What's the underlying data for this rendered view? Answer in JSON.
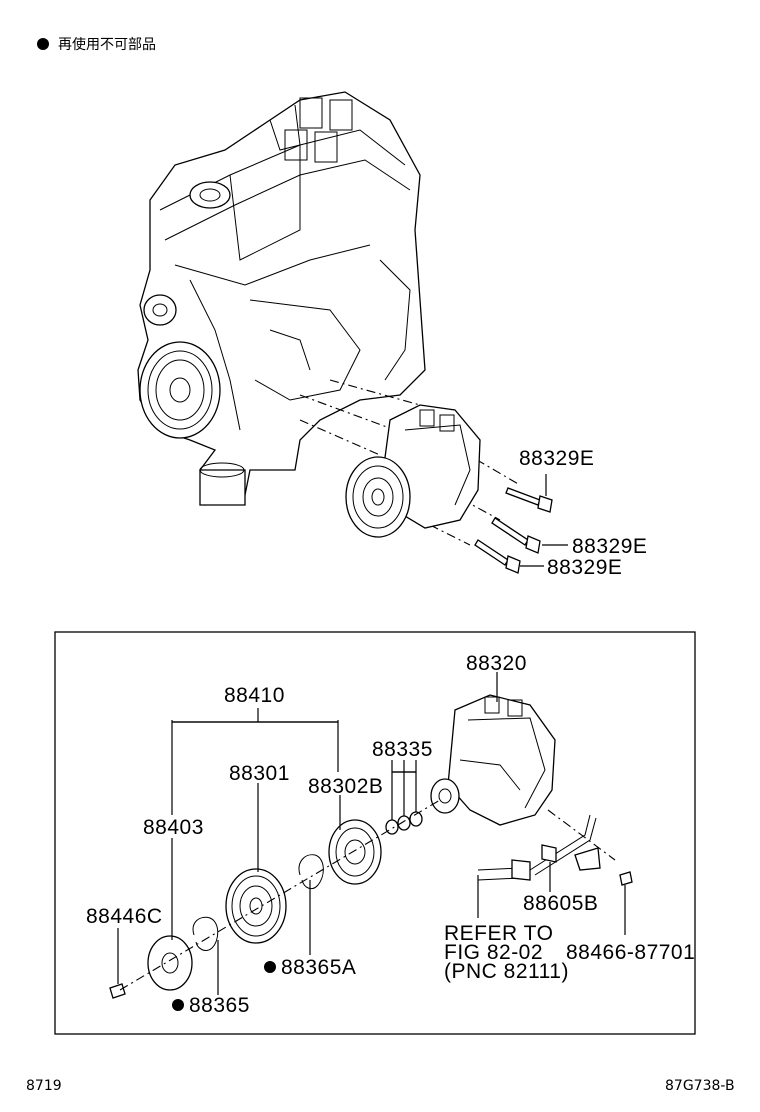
{
  "legend": {
    "text": "再使用不可部品"
  },
  "engine": {
    "labels": {
      "bolt_1": "88329E",
      "bolt_2": "88329E",
      "bolt_3": "88329E"
    }
  },
  "detail": {
    "labels": {
      "compressor": "88320",
      "clutch_assy": "88410",
      "o_rings": "88335",
      "pulley": "88301",
      "stator": "88302B",
      "hub": "88403",
      "hub_bolt": "88446C",
      "snap_ring_a": "88365A",
      "snap_ring": "88365",
      "connector": "88605B",
      "bracket_bolt": "88466-87701",
      "refer_1": "REFER TO",
      "refer_2": "FIG 82-02",
      "refer_3": "(PNC 82111)"
    }
  },
  "footer": {
    "left": "8719",
    "right": "87G738-B"
  }
}
